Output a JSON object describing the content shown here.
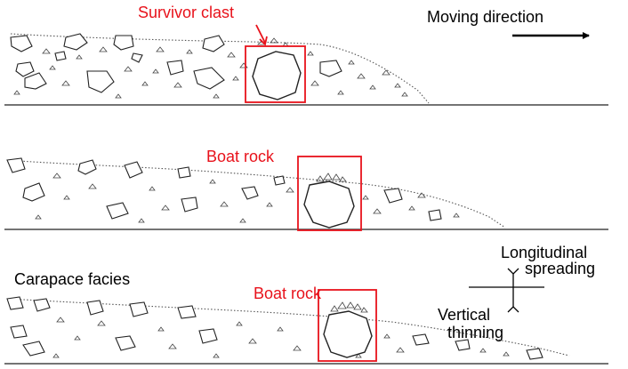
{
  "labels": {
    "survivor_clast": "Survivor clast",
    "moving_direction": "Moving direction",
    "boat_rock_1": "Boat rock",
    "boat_rock_2": "Boat rock",
    "carapace_facies": "Carapace facies",
    "longitudinal": "Longitudinal",
    "spreading": "spreading",
    "vertical": "Vertical",
    "thinning": "thinning"
  },
  "colors": {
    "highlight": "#e8121b",
    "ink": "#222222"
  }
}
